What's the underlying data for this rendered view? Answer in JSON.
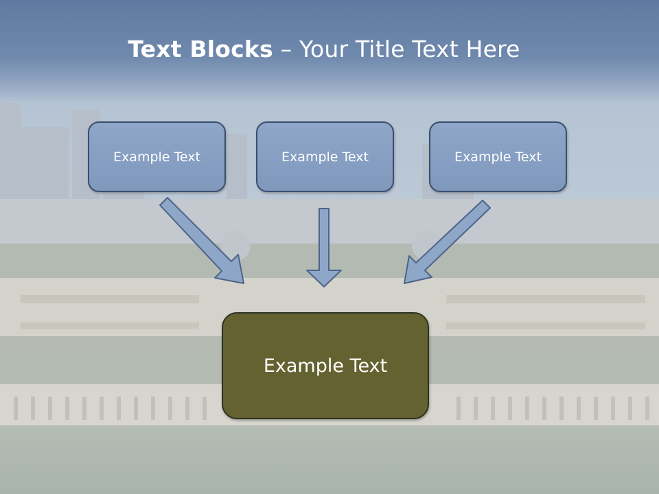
{
  "title": {
    "bold": "Text Blocks",
    "separator": " – ",
    "rest": "Your Title Text Here"
  },
  "blocks": [
    {
      "label": "Example Text"
    },
    {
      "label": "Example Text"
    },
    {
      "label": "Example Text"
    }
  ],
  "target": {
    "label": "Example Text"
  },
  "colors": {
    "title_band": "#6a84aa",
    "box_fill": "#869fc3",
    "box_border": "#3b4d6e",
    "target_fill": "#656232",
    "arrow_fill": "#8ea6c8"
  }
}
